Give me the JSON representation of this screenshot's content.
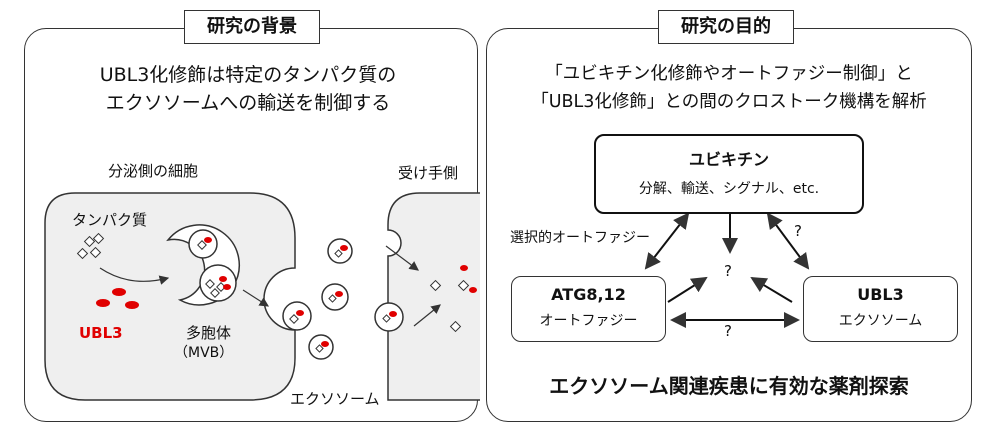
{
  "left": {
    "header": "研究の背景",
    "title_lines": [
      "UBL3化修飾は特定のタンパク質の",
      "エクソソームへの輸送を制御する"
    ],
    "secretory_cell_label": "分泌側の細胞",
    "receiving_cell_label": "受け手側",
    "protein_label": "タンパク質",
    "ubl3_label": "UBL3",
    "mvb_label": "多胞体",
    "mvb_sub_label": "（MVB）",
    "exosome_label": "エクソソーム"
  },
  "right": {
    "header": "研究の目的",
    "title_lines": [
      "「ユビキチン化修飾やオートファジー制御」と",
      "「UBL3化修飾」との間のクロストーク機構を解析"
    ],
    "ubiquitin": {
      "title": "ユビキチン",
      "subtitle": "分解、輸送、シグナル、etc."
    },
    "atg": {
      "title": "ATG8,12",
      "subtitle": "オートファジー"
    },
    "ubl3": {
      "title": "UBL3",
      "subtitle": "エクソソーム"
    },
    "selective_autophagy_label": "選択的オートファジー",
    "question_marks": [
      "?",
      "?",
      "?"
    ],
    "footer": "エクソソーム関連疾患に有効な薬剤探索"
  },
  "colors": {
    "cell_fill": "#efefef",
    "ubl3_red": "#e00000",
    "outline": "#333333"
  }
}
